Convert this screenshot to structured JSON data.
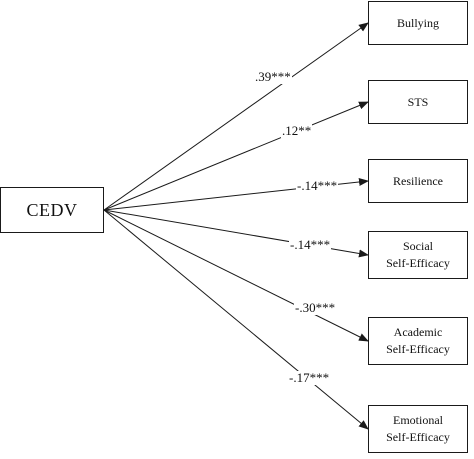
{
  "source": {
    "label": "CEDV"
  },
  "outcomes": [
    {
      "lines": [
        "Bullying"
      ],
      "coef": ".39***"
    },
    {
      "lines": [
        "STS"
      ],
      "coef": ".12**"
    },
    {
      "lines": [
        "Resilience"
      ],
      "coef": "-.14***"
    },
    {
      "lines": [
        "Social",
        "Self-Efficacy"
      ],
      "coef": "-.14***"
    },
    {
      "lines": [
        "Academic",
        "Self-Efficacy"
      ],
      "coef": "-.30***"
    },
    {
      "lines": [
        "Emotional",
        "Self-Efficacy"
      ],
      "coef": "-.17***"
    }
  ],
  "colors": {
    "stroke": "#1a1a1a",
    "text": "#111111",
    "background": "#ffffff"
  }
}
